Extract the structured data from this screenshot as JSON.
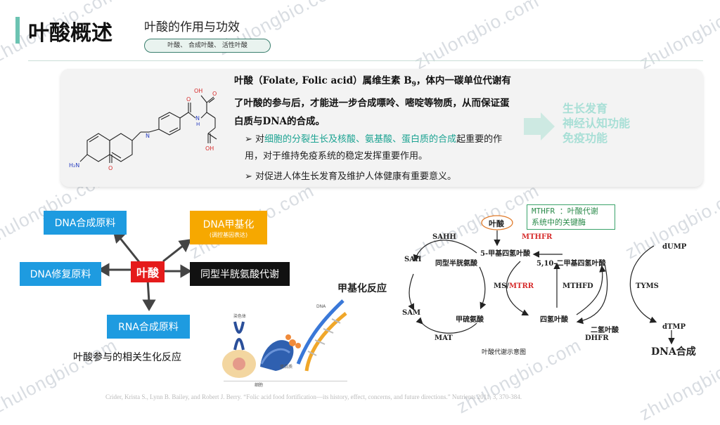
{
  "header": {
    "title": "叶酸概述",
    "subtitle": "叶酸的作用与功效",
    "pill": "叶酸、 合成叶酸、 活性叶酸"
  },
  "watermark": "zhulongbio.com",
  "intro": {
    "line1": "叶酸（Folate, Folic acid）属维生素 B",
    "sub": "9",
    "line1b": "，体内一碳单位代谢有了叶酸的参与后，才能进一步合成嘌呤、嘧啶等物质，从而保证蛋白质与DNA的合成。",
    "bullet1_pre": "对",
    "bullet1_hl": "细胞的分裂生长及核酸、氨基酸、蛋白质的合成",
    "bullet1_post": "起重要的作用，对于维持免疫系统的稳定发挥重要作用。",
    "bullet2": "对促进人体生长发育及维护人体健康有重要意义。"
  },
  "benefits": [
    "生长发育",
    "神经认知功能",
    "免疫功能"
  ],
  "structure_labels": {
    "oh1": "OH",
    "o1": "O",
    "o2": "O",
    "oh2": "OH",
    "nh": "N",
    "h": "H",
    "n_ring": "N",
    "nh2": "H₂N",
    "o3": "O"
  },
  "mind_map": {
    "center": "叶酸",
    "dna_source": "DNA合成原料",
    "dna_repair": "DNA修复原料",
    "rna_source": "RNA合成原料",
    "methylation": "DNA甲基化",
    "methylation_sub": "(调控基因表达)",
    "hcy": "同型半胱氨酸代谢",
    "caption": "叶酸参与的相关生化反应"
  },
  "dna_image": {
    "chromosome": "染色体",
    "dna": "DNA",
    "protein": "蛋白质",
    "cell": "细胞"
  },
  "pathway": {
    "mthfr_note_1": "MTHFR ：叶酸代谢",
    "mthfr_note_2": "系统中的关键酶",
    "folate": "叶酸",
    "mthfr": "MTHFR",
    "sahh": "SAHH",
    "sah": "SAH",
    "hcy": "同型半胱氨酸",
    "methyl_thf": "5-甲基四氢叶酸",
    "methylene_thf": "5,10-二甲基四氢叶酸",
    "dump": "dUMP",
    "methylation": "甲基化反应",
    "ms": "MS/",
    "mtrr": "MTRR",
    "mthfd": "MTHFD",
    "tyms": "TYMS",
    "sam": "SAM",
    "met": "甲硫氨酸",
    "thf": "四氢叶酸",
    "dhf": "二氢叶酸",
    "dtmp": "dTMP",
    "mat": "MAT",
    "dhfr": "DHFR",
    "dna_synth": "DNA合成",
    "caption": "叶酸代谢示意图"
  },
  "citation": "Crider, Krista S., Lynn B. Bailey, and Robert J. Berry. “Folic acid food fortification—its history, effect, concerns, and future directions.” Nutrients  2011, 3, 370-384.",
  "colors": {
    "accent": "#6cc3b2",
    "blue": "#1e9be0",
    "orange": "#f6a800",
    "red": "#e51b1b",
    "black": "#111111",
    "teal_text": "#1ca392"
  }
}
